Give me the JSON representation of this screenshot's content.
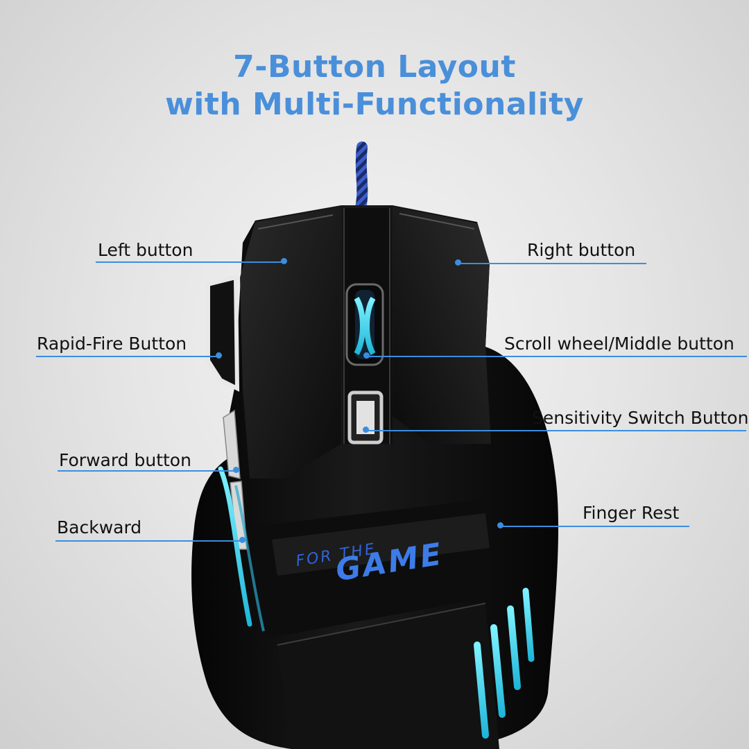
{
  "title": {
    "line1": "7-Button Layout",
    "line2": "with Multi-Functionality"
  },
  "mouse": {
    "logo_top": "FOR THE",
    "logo_bottom": "GAME"
  },
  "callouts": {
    "left_button": "Left button",
    "right_button": "Right button",
    "rapid_fire": "Rapid-Fire Button",
    "scroll_wheel": "Scroll wheel/Middle button",
    "sensitivity": "Sensitivity Switch Button",
    "forward": "Forward button",
    "finger_rest": "Finger Rest",
    "backward": "Backward"
  },
  "colors": {
    "title": "#4a8fd9",
    "callout_line": "#3a8ee0",
    "led_glow": "#37d3e6"
  }
}
